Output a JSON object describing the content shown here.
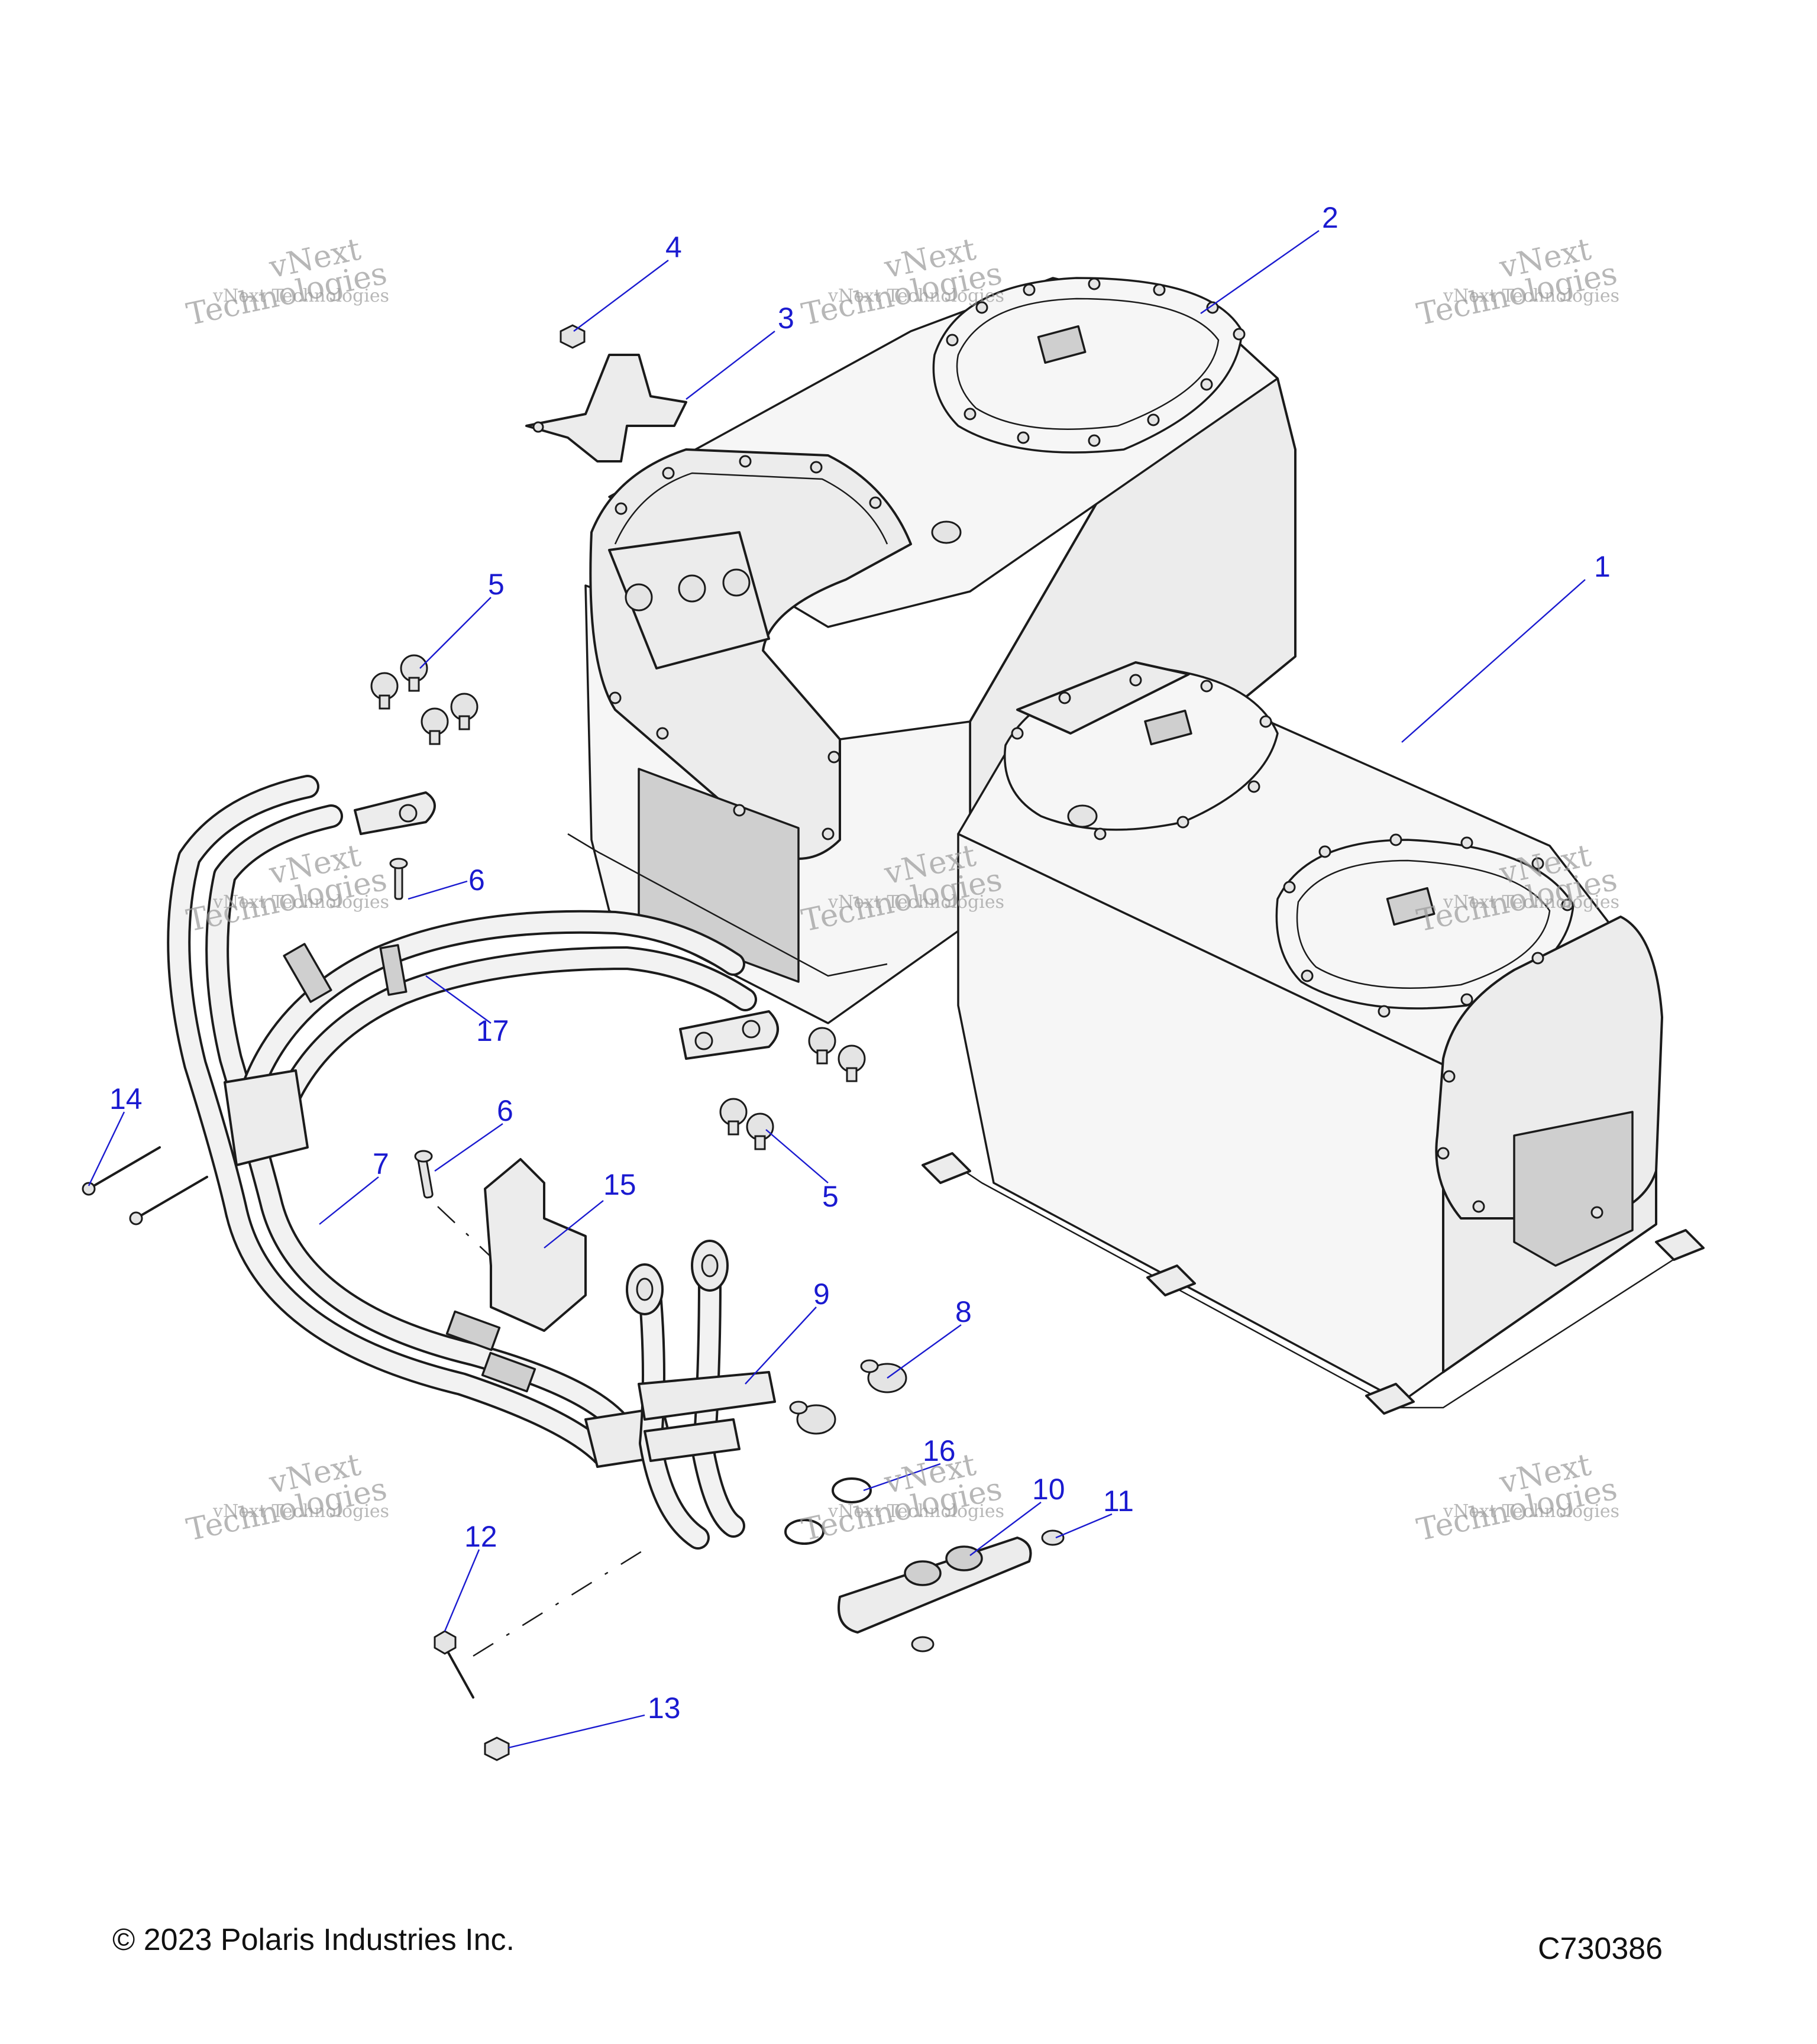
{
  "callouts": [
    {
      "id": "1",
      "label": "1"
    },
    {
      "id": "2",
      "label": "2"
    },
    {
      "id": "3",
      "label": "3"
    },
    {
      "id": "4",
      "label": "4"
    },
    {
      "id": "5a",
      "label": "5"
    },
    {
      "id": "5b",
      "label": "5"
    },
    {
      "id": "6a",
      "label": "6"
    },
    {
      "id": "6b",
      "label": "6"
    },
    {
      "id": "7",
      "label": "7"
    },
    {
      "id": "8",
      "label": "8"
    },
    {
      "id": "9",
      "label": "9"
    },
    {
      "id": "10",
      "label": "10"
    },
    {
      "id": "11",
      "label": "11"
    },
    {
      "id": "12",
      "label": "12"
    },
    {
      "id": "13",
      "label": "13"
    },
    {
      "id": "14",
      "label": "14"
    },
    {
      "id": "15",
      "label": "15"
    },
    {
      "id": "16",
      "label": "16"
    },
    {
      "id": "17",
      "label": "17"
    }
  ],
  "watermark": {
    "line1": "vNext Technologies",
    "line2": "vNext",
    "line3": "Technologies"
  },
  "footer": {
    "copyright": "© 2023 Polaris Industries Inc.",
    "code": "C730386"
  }
}
